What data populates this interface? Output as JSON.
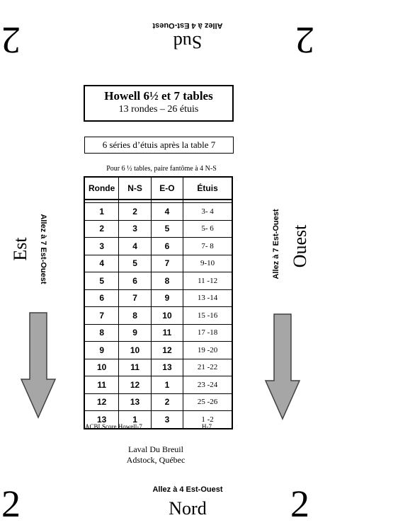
{
  "corners": {
    "top_left": "2",
    "top_right": "2",
    "bottom_left": "2",
    "bottom_right": "2"
  },
  "directions": {
    "south": {
      "label": "Sud",
      "instruction": "Allez à 4 Est-Ouest"
    },
    "north": {
      "label": "Nord",
      "instruction": "Allez à 4 Est-Ouest"
    },
    "east": {
      "label": "Est",
      "instruction": "Allez à 7 Est-Ouest"
    },
    "west": {
      "label": "Ouest",
      "instruction": "Allez à 7 Est-Ouest"
    }
  },
  "title": {
    "main": "Howell 6½ et 7 tables",
    "sub": "13 rondes – 26 étuis"
  },
  "series_note": "6 séries d’étuis après la table 7",
  "phantom_note": "Pour 6 ½ tables, paire fantôme à 4 N-S",
  "table": {
    "headers": [
      "Ronde",
      "N-S",
      "E-O",
      "Étuis"
    ],
    "rows": [
      [
        "1",
        "2",
        "4",
        "3- 4"
      ],
      [
        "2",
        "3",
        "5",
        "5- 6"
      ],
      [
        "3",
        "4",
        "6",
        "7- 8"
      ],
      [
        "4",
        "5",
        "7",
        "9-10"
      ],
      [
        "5",
        "6",
        "8",
        "11 -12"
      ],
      [
        "6",
        "7",
        "9",
        "13 -14"
      ],
      [
        "7",
        "8",
        "10",
        "15 -16"
      ],
      [
        "8",
        "9",
        "11",
        "17 -18"
      ],
      [
        "9",
        "10",
        "12",
        "19 -20"
      ],
      [
        "10",
        "11",
        "13",
        "21 -22"
      ],
      [
        "11",
        "12",
        "1",
        "23 -24"
      ],
      [
        "12",
        "13",
        "2",
        "25 -26"
      ],
      [
        "13",
        "1",
        "3",
        "1 -2"
      ]
    ]
  },
  "footer": {
    "left": "ACBLScore Howell-7",
    "right": "H-7"
  },
  "club": {
    "line1": "Laval Du Breuil",
    "line2": "Adstock, Québec"
  },
  "colors": {
    "arrow_fill": "#a6a6a6",
    "arrow_stroke": "#404040"
  },
  "icons": {
    "left_arrow": "arrow-down-icon",
    "right_arrow": "arrow-down-icon"
  }
}
